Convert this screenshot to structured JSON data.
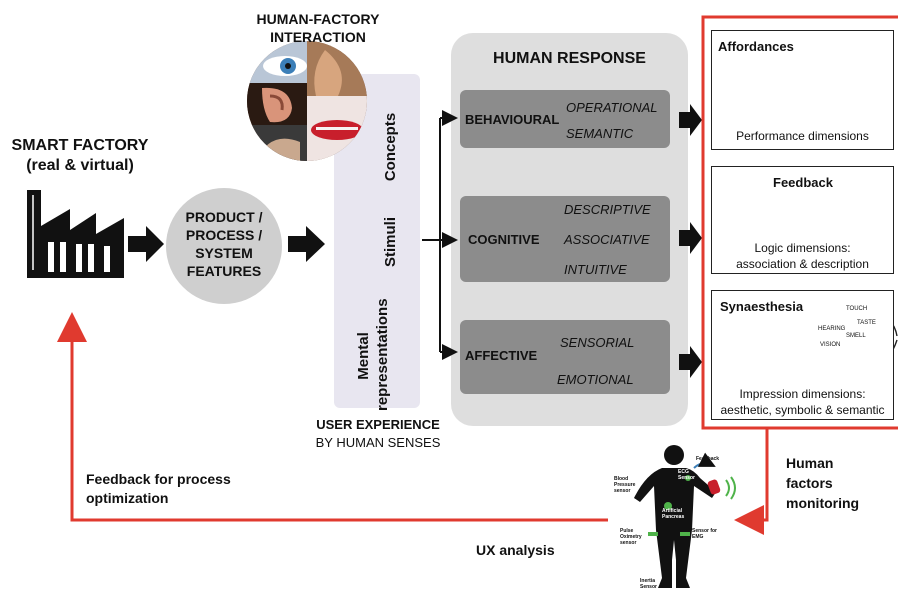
{
  "interaction_title": [
    "HUMAN-FACTORY",
    "INTERACTION"
  ],
  "smart_factory": [
    "SMART FACTORY",
    "(real & virtual)"
  ],
  "product_circle": [
    "PRODUCT /",
    "PROCESS /",
    "SYSTEM",
    "FEATURES"
  ],
  "user_exp_column": {
    "concepts": "Concepts",
    "stimuli": "Stimuli",
    "mental": [
      "Mental",
      "representations"
    ]
  },
  "user_experience": [
    "USER EXPERIENCE",
    "BY HUMAN SENSES"
  ],
  "human_response": {
    "title": "HUMAN RESPONSE",
    "groups": [
      {
        "label": "BEHAVIOURAL",
        "items": [
          "OPERATIONAL",
          "SEMANTIC"
        ]
      },
      {
        "label": "COGNITIVE",
        "items": [
          "DESCRIPTIVE",
          "ASSOCIATIVE",
          "INTUITIVE"
        ]
      },
      {
        "label": "AFFECTIVE",
        "items": [
          "SENSORIAL",
          "EMOTIONAL"
        ]
      }
    ]
  },
  "panels": [
    {
      "title": "Affordances",
      "caption": [
        "Performance dimensions"
      ]
    },
    {
      "title": "Feedback",
      "caption": [
        "Logic dimensions:",
        "association & description"
      ]
    },
    {
      "title": "Synaesthesia",
      "caption": [
        "Impression dimensions:",
        "aesthetic, symbolic & semantic"
      ]
    }
  ],
  "human_factors": [
    "Human",
    "factors",
    "monitoring"
  ],
  "feedback_process": [
    "Feedback for process",
    "optimization"
  ],
  "ux_analysis": "UX analysis",
  "sensor_labels": {
    "ecg": "ECG Sensor",
    "blood": "Blood Pressure sensor",
    "pancreas": "Artificial Pancreas",
    "pulse": "Pulse Oximetry sensor",
    "emg": "Sensor for EMG",
    "inertia": "Inertia Sensor",
    "feedback": "Feedback"
  },
  "brain_labels": {
    "touch": "TOUCH",
    "taste": "TASTE",
    "hearing": "HEARING",
    "smell": "SMELL",
    "vision": "VISION"
  },
  "colors": {
    "red": "#e03a2f",
    "grey_panel": "#dedede",
    "grey_box": "#8c8c8c",
    "lavender": "#e8e6f0",
    "circle": "#cfcfcf"
  }
}
